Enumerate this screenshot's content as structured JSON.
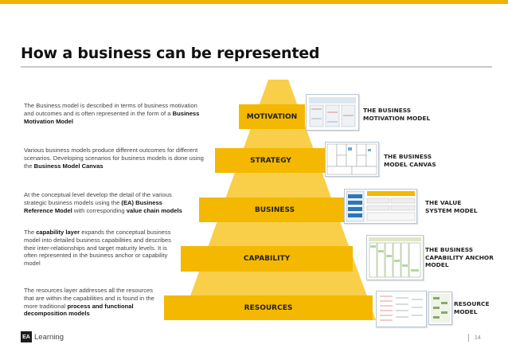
{
  "slide": {
    "title": "How a business can be represented",
    "page_number": "14"
  },
  "logo": {
    "mark": "EA",
    "text": "Learning"
  },
  "layers": [
    {
      "label": "MOTIVATION"
    },
    {
      "label": "STRATEGY"
    },
    {
      "label": "BUSINESS"
    },
    {
      "label": "CAPABILITY"
    },
    {
      "label": "RESOURCES"
    }
  ],
  "descriptions": [
    {
      "parts": [
        {
          "t": "The Business model is described in terms of business motivation and outcomes and is often represented in the form of a ",
          "b": false
        },
        {
          "t": "Business Motivation Model",
          "b": true
        }
      ]
    },
    {
      "parts": [
        {
          "t": "Various business models produce different outcomes for different scenarios. Developing scenarios for  business models is done using the ",
          "b": false
        },
        {
          "t": "Business Model Canvas",
          "b": true
        }
      ]
    },
    {
      "parts": [
        {
          "t": "At the conceptual level develop the detail of the various strategic business models using the ",
          "b": false
        },
        {
          "t": "(EA) Business Reference Model",
          "b": true
        },
        {
          "t": " with corresponding ",
          "b": false
        },
        {
          "t": "value chain models",
          "b": true
        }
      ]
    },
    {
      "parts": [
        {
          "t": "The ",
          "b": false
        },
        {
          "t": "capability layer",
          "b": true
        },
        {
          "t": " expands the conceptual business model into detailed business capabilities and describes their inter-relationships and target maturity levels. It is often represented in the business anchor or capability model",
          "b": false
        }
      ]
    },
    {
      "parts": [
        {
          "t": "The resources layer addresses all the resources that are within the capabilities and is found in the more traditional ",
          "b": false
        },
        {
          "t": "process and functional decomposition models",
          "b": true
        }
      ]
    }
  ],
  "models": [
    {
      "label": "THE BUSINESS MOTIVATION MODEL"
    },
    {
      "label": "THE BUSINESS MODEL CANVAS"
    },
    {
      "label": "THE VALUE SYSTEM MODEL"
    },
    {
      "label": "THE BUSINESS CAPABILITY ANCHOR MODEL"
    },
    {
      "label": "RESOURCE MODEL"
    }
  ],
  "colors": {
    "accent": "#f2b300",
    "band": "#f4b800"
  }
}
